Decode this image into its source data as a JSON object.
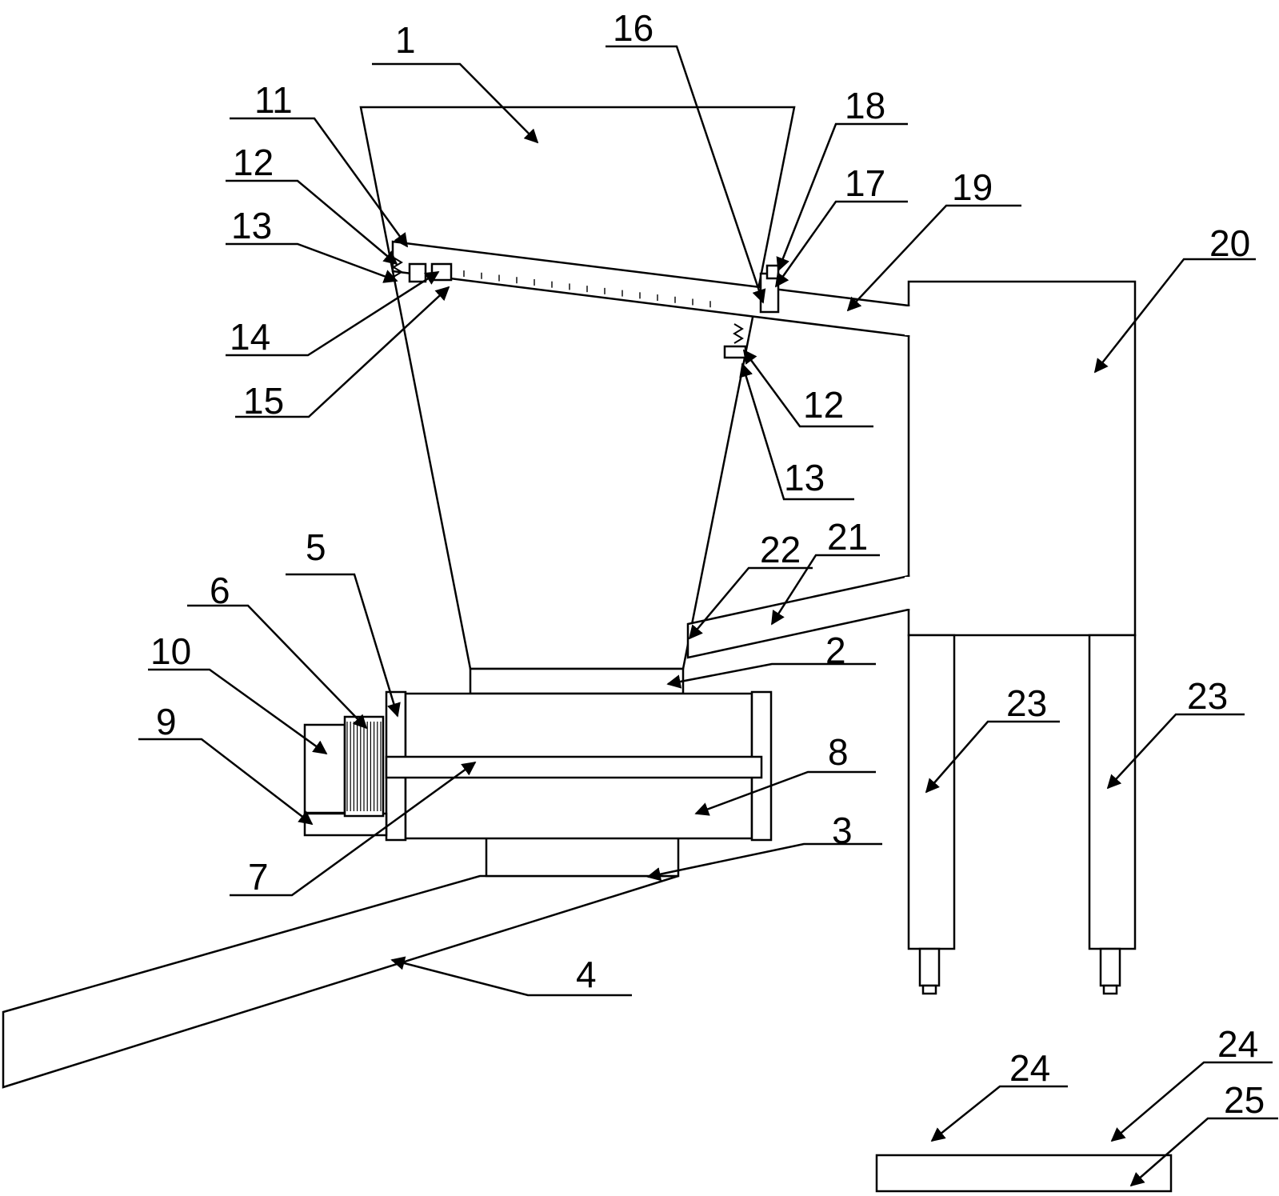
{
  "figure": {
    "labels": [
      {
        "id": "l1",
        "text": "1"
      },
      {
        "id": "l2",
        "text": "2"
      },
      {
        "id": "l3",
        "text": "3"
      },
      {
        "id": "l4",
        "text": "4"
      },
      {
        "id": "l5",
        "text": "5"
      },
      {
        "id": "l6",
        "text": "6"
      },
      {
        "id": "l7",
        "text": "7"
      },
      {
        "id": "l8",
        "text": "8"
      },
      {
        "id": "l9",
        "text": "9"
      },
      {
        "id": "l10",
        "text": "10"
      },
      {
        "id": "l11",
        "text": "11"
      },
      {
        "id": "l12a",
        "text": "12"
      },
      {
        "id": "l12b",
        "text": "12"
      },
      {
        "id": "l13a",
        "text": "13"
      },
      {
        "id": "l13b",
        "text": "13"
      },
      {
        "id": "l14",
        "text": "14"
      },
      {
        "id": "l15",
        "text": "15"
      },
      {
        "id": "l16",
        "text": "16"
      },
      {
        "id": "l17",
        "text": "17"
      },
      {
        "id": "l18",
        "text": "18"
      },
      {
        "id": "l19",
        "text": "19"
      },
      {
        "id": "l20",
        "text": "20"
      },
      {
        "id": "l21",
        "text": "21"
      },
      {
        "id": "l22",
        "text": "22"
      },
      {
        "id": "l23a",
        "text": "23"
      },
      {
        "id": "l23b",
        "text": "23"
      },
      {
        "id": "l24a",
        "text": "24"
      },
      {
        "id": "l24b",
        "text": "24"
      },
      {
        "id": "l25",
        "text": "25"
      }
    ]
  },
  "colors": {
    "line": "#000000",
    "background": "#ffffff"
  }
}
